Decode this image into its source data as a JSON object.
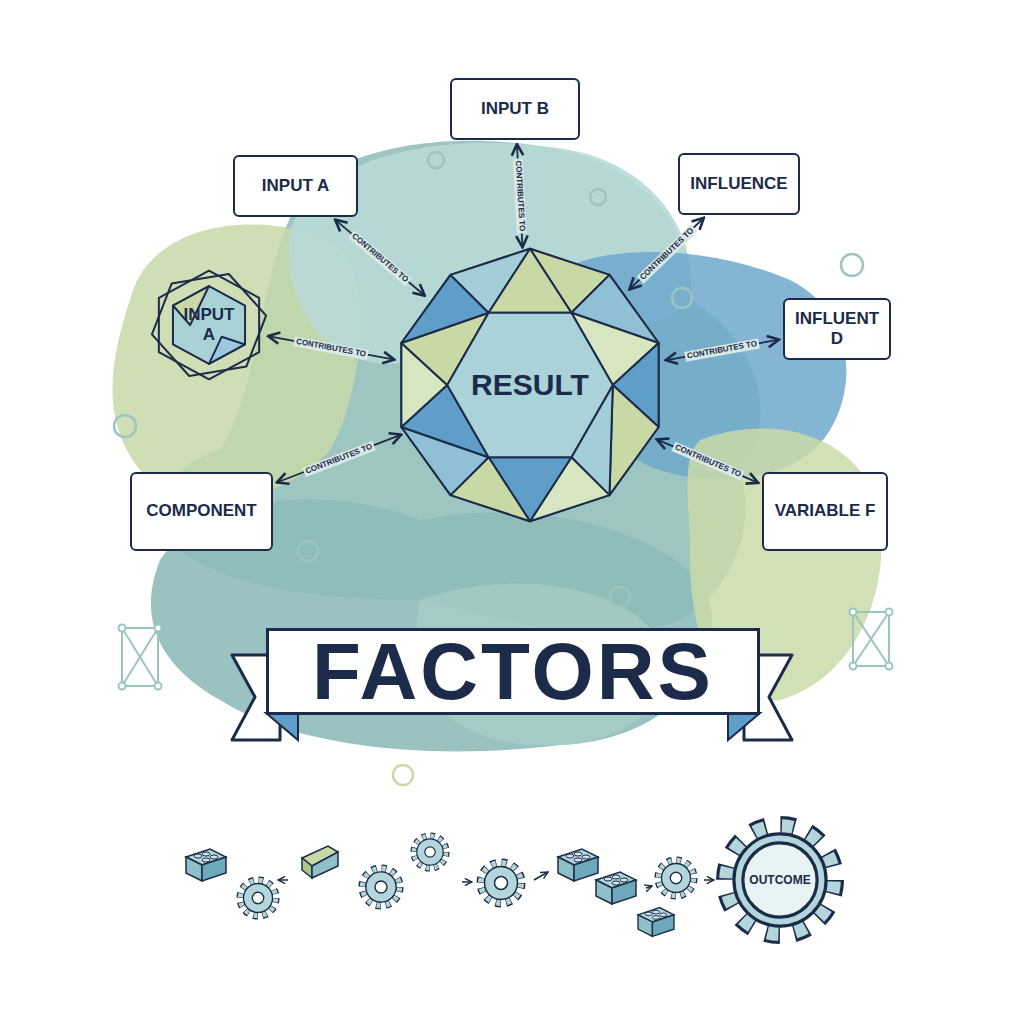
{
  "diagram": {
    "title": "FACTORS",
    "nodes": [
      {
        "text": [
          "INPUT B"
        ]
      },
      {
        "text": [
          "INPUT A"
        ]
      },
      {
        "text": [
          "INFLUENCE"
        ]
      },
      {
        "text": [
          "INPUT A"
        ]
      },
      {
        "text": [
          "RESULT"
        ]
      },
      {
        "text": [
          "INFLUENT D"
        ]
      },
      {
        "text": [
          "COMPONENT"
        ]
      },
      {
        "text": [
          "VARIABLE F"
        ]
      },
      {
        "text": [
          "OUTCOME"
        ]
      }
    ],
    "edges": [
      {
        "from": 0,
        "to": 4,
        "label": "CONTRIBUTES TO",
        "arrow": "both"
      },
      {
        "from": 1,
        "to": 4,
        "label": "CONTRIBUTES TO",
        "arrow": "both"
      },
      {
        "from": 2,
        "to": 4,
        "label": "CONTRIBUTES TO",
        "arrow": "both"
      },
      {
        "from": 3,
        "to": 4,
        "label": "CONTRIBUTES TO",
        "arrow": "both"
      },
      {
        "from": 5,
        "to": 4,
        "label": "CONTRIBUTES TO",
        "arrow": "both"
      },
      {
        "from": 6,
        "to": 4,
        "label": "CONTRIBUTES TO",
        "arrow": "both"
      },
      {
        "from": 7,
        "to": 4,
        "label": "CONTRIBUTES TO",
        "arrow": "both"
      }
    ]
  }
}
